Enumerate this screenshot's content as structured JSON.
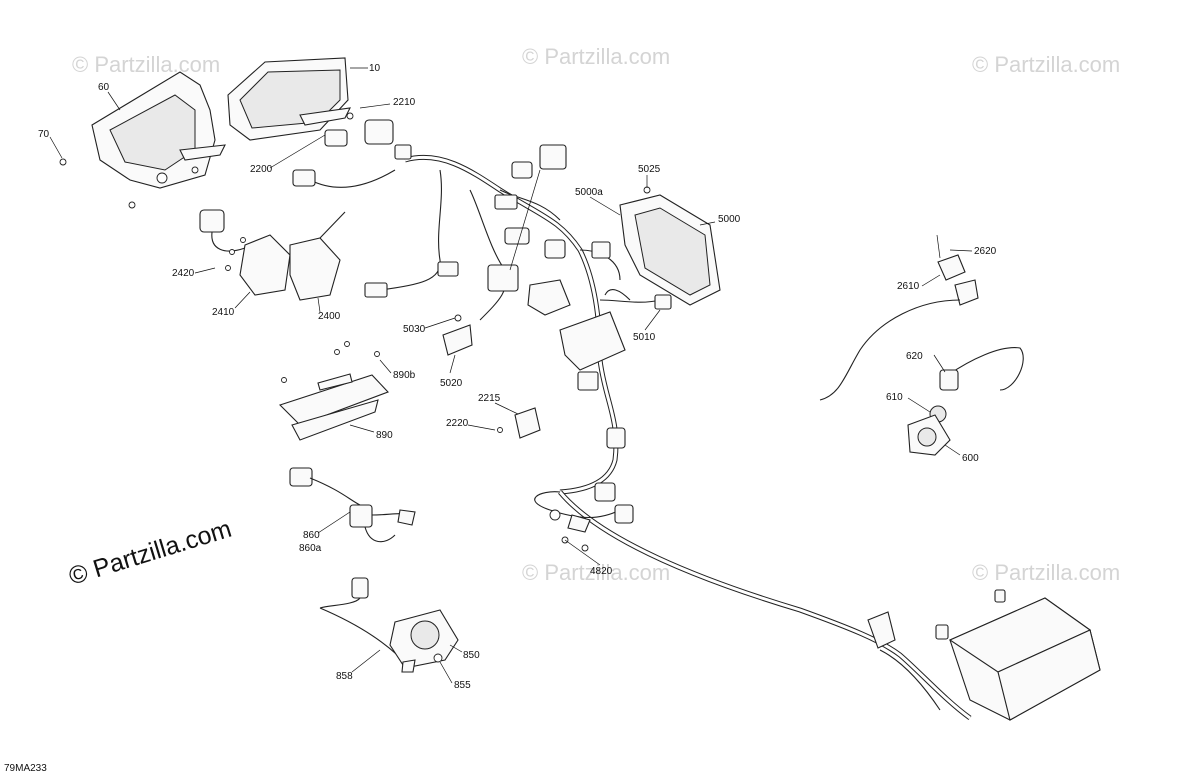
{
  "watermarks": {
    "small": "© Partzilla.com",
    "large": "© Partzilla.com"
  },
  "reference_code": "79MA233",
  "callouts": {
    "c10": "10",
    "c60": "60",
    "c70": "70",
    "c2210": "2210",
    "c2200": "2200",
    "c2420": "2420",
    "c2410": "2410",
    "c2400": "2400",
    "c5025": "5025",
    "c5000a": "5000a",
    "c5000": "5000",
    "c5030": "5030",
    "c5020": "5020",
    "c5010": "5010",
    "c2620": "2620",
    "c2610": "2610",
    "c620": "620",
    "c610": "610",
    "c600": "600",
    "c890b": "890b",
    "c890": "890",
    "c2215": "2215",
    "c2220": "2220",
    "c860": "860",
    "c860a": "860a",
    "c4820": "4820",
    "c858": "858",
    "c850": "850",
    "c855": "855"
  }
}
